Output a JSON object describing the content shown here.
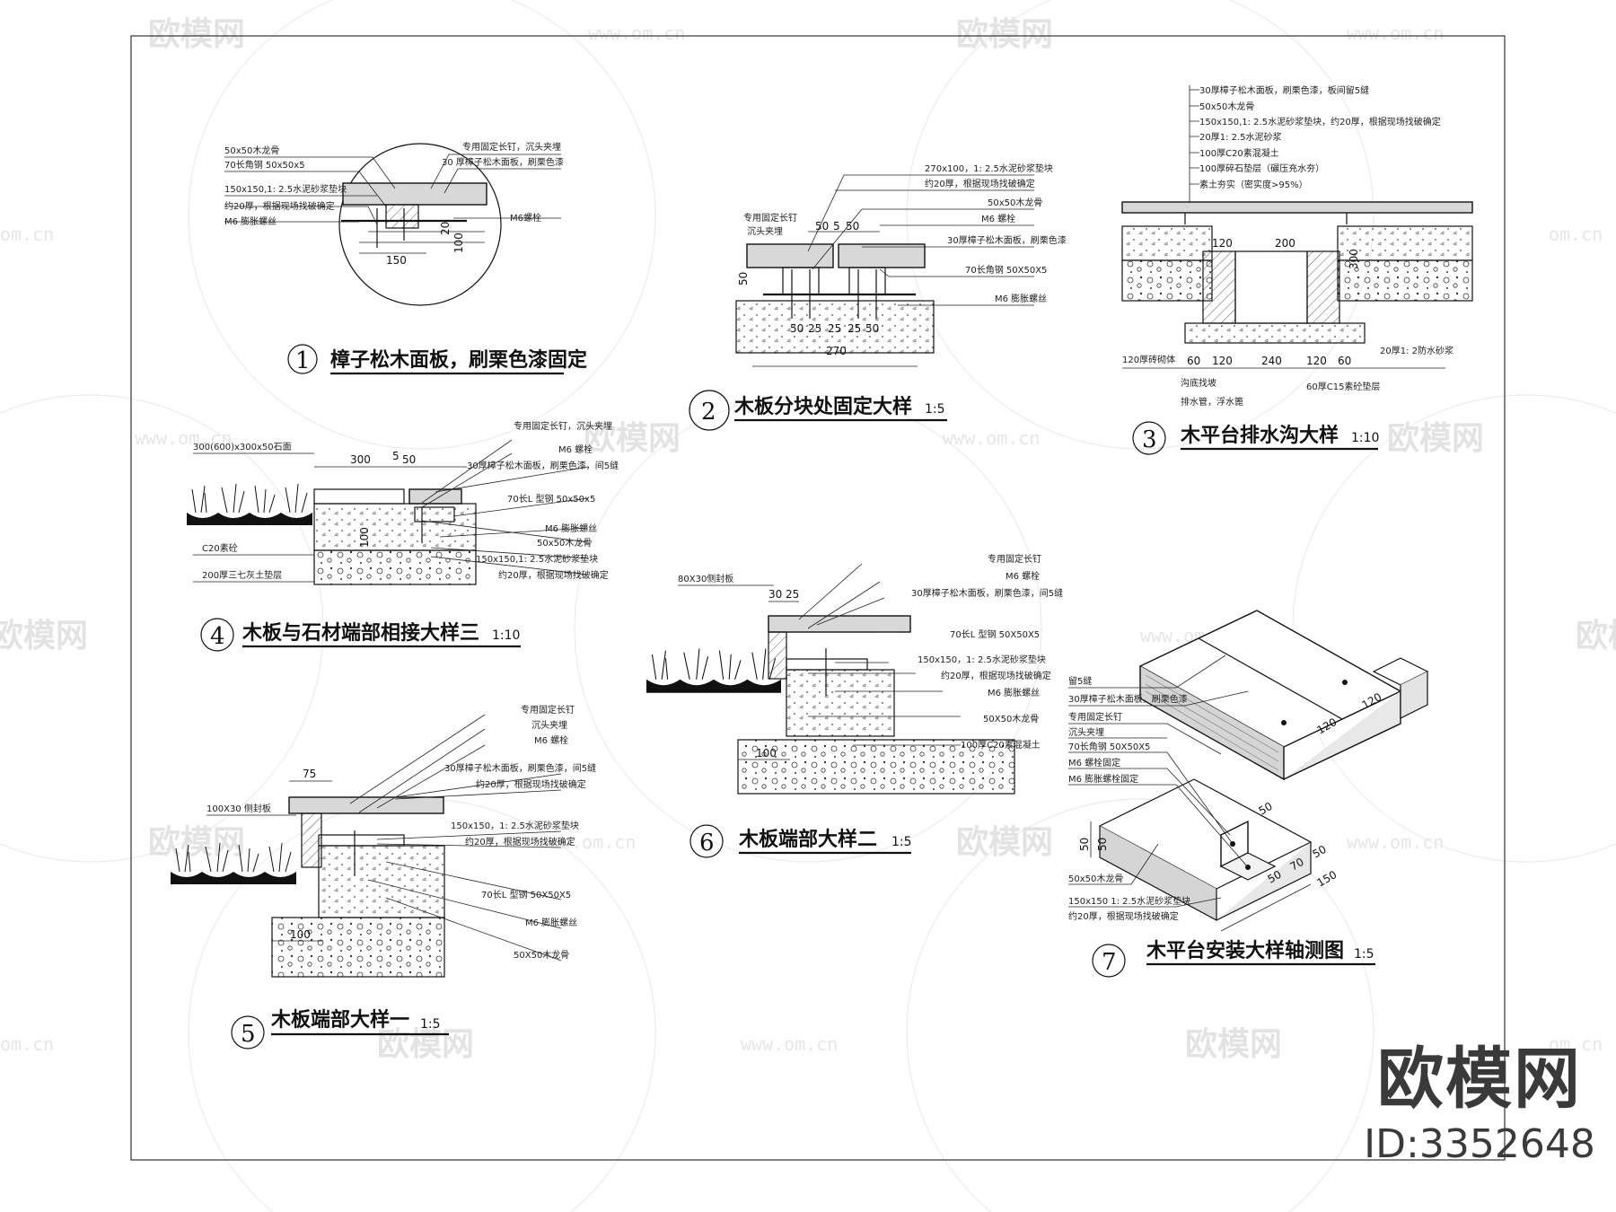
{
  "watermark": {
    "brand": "欧模网",
    "url": "www.om.cn",
    "url_short": "om.cn"
  },
  "brand_mark": {
    "name": "欧模网",
    "id": "ID:3352648"
  },
  "details": [
    {
      "no": "1",
      "title": "樟子松木面板，刷栗色漆固定",
      "scale": ""
    },
    {
      "no": "2",
      "title": "木板分块处固定大样",
      "scale": "1:5"
    },
    {
      "no": "3",
      "title": "木平台排水沟大样",
      "scale": "1:10"
    },
    {
      "no": "4",
      "title": "木板与石材端部相接大样三",
      "scale": "1:10"
    },
    {
      "no": "5",
      "title": "木板端部大样一",
      "scale": "1:5"
    },
    {
      "no": "6",
      "title": "木板端部大样二",
      "scale": "1:5"
    },
    {
      "no": "7",
      "title": "木平台安装大样轴测图",
      "scale": "1:5"
    }
  ],
  "notes": {
    "d1_left": [
      "50x50木龙骨",
      "70长角钢 50x50x5",
      "150x150,1: 2.5水泥砂浆垫块",
      "约20厚，根据现场找破确定",
      "M6 膨胀螺丝"
    ],
    "d1_right": [
      "专用固定长钉，沉头夹埋",
      "30 厚樟子松木面板，刷栗色漆",
      "M6螺栓"
    ],
    "d1_dims": [
      "150",
      "20",
      "100"
    ],
    "d2": [
      "270x100，1: 2.5水泥砂浆垫块",
      "约20厚，根据现场找破确定",
      "50x50木龙骨",
      "M6 螺栓",
      "30厚樟子松木面板，刷栗色漆",
      "70长角钢 50X50X5",
      "M6 膨胀螺丝"
    ],
    "d2_left": [
      "专用固定长钉",
      "沉头夹埋"
    ],
    "d2_dims": [
      "50",
      "5",
      "50",
      "50",
      "50",
      "25",
      "25",
      "25",
      "50",
      "270"
    ],
    "d3_top": [
      "30厚樟子松木面板，刷栗色漆，板间留5缝",
      "50x50木龙骨",
      "150x150,1: 2.5水泥砂浆垫块，约20厚，根据现场找破确定",
      "20厚1: 2.5水泥砂浆",
      "100厚C20素混凝土",
      "100厚碎石垫层（碾压充水夯）",
      "素土夯实（密实度>95%）"
    ],
    "d3_bottom": [
      "120厚砖砌体",
      "沟底找坡",
      "排水管，浮水篦",
      "60厚C15素砼垫层",
      "20厚1: 2防水砂浆"
    ],
    "d3_dims": [
      "120",
      "200",
      "300",
      "60",
      "120",
      "240",
      "120",
      "60"
    ],
    "d4": [
      "专用固定长钉，沉头夹埋",
      "M6 螺栓",
      "30厚樟子松木面板，刷栗色漆，间5缝",
      "70长L 型钢 50x50x5",
      "M6 膨胀螺丝",
      "50x50木龙骨",
      "150x150,1: 2.5水泥砂浆垫块",
      "约20厚，根据现场找破确定"
    ],
    "d4_left": [
      "300(600)x300x50石面",
      "C20素砼",
      "200厚三七灰土垫层"
    ],
    "d4_dims": [
      "300",
      "5",
      "50",
      "100"
    ],
    "d5": [
      "专用固定长钉",
      "沉头夹埋",
      "M6 螺栓",
      "30厚樟子松木面板，刷栗色漆，间5缝",
      "约20厚，根据现场找破确定",
      "150x150，1: 2.5水泥砂浆垫块",
      "约20厚，根据现场找破确定",
      "70长L 型钢 50X50X5",
      "M6 膨胀螺丝",
      "50X50木龙骨"
    ],
    "d5_left": [
      "100X30 侧封板"
    ],
    "d5_dims": [
      "75",
      "100"
    ],
    "d6": [
      "专用固定长钉",
      "M6 螺栓",
      "30厚樟子松木面板，刷栗色漆，间5缝",
      "70长L 型钢 50X50X5",
      "150x150，1: 2.5水泥砂浆垫块",
      "约20厚，根据现场找破确定",
      "M6 膨胀螺丝",
      "50X50木龙骨",
      "100厚C20素混凝土"
    ],
    "d6_left": [
      "80X30侧封板"
    ],
    "d6_dims": [
      "30",
      "25",
      "100"
    ],
    "d7": [
      "留5缝",
      "30厚樟子松木面板，刷栗色漆",
      "专用固定长钉",
      "沉头夹埋",
      "70长角钢 50X50X5",
      "M6 螺栓固定",
      "M6 膨胀螺栓固定",
      "50x50木龙骨",
      "150x150 1: 2.5水泥砂浆垫块",
      "约20厚，根据现场找破确定"
    ],
    "d7_dims": [
      "120",
      "120",
      "50",
      "50",
      "70",
      "50",
      "150",
      "50",
      "50"
    ]
  }
}
